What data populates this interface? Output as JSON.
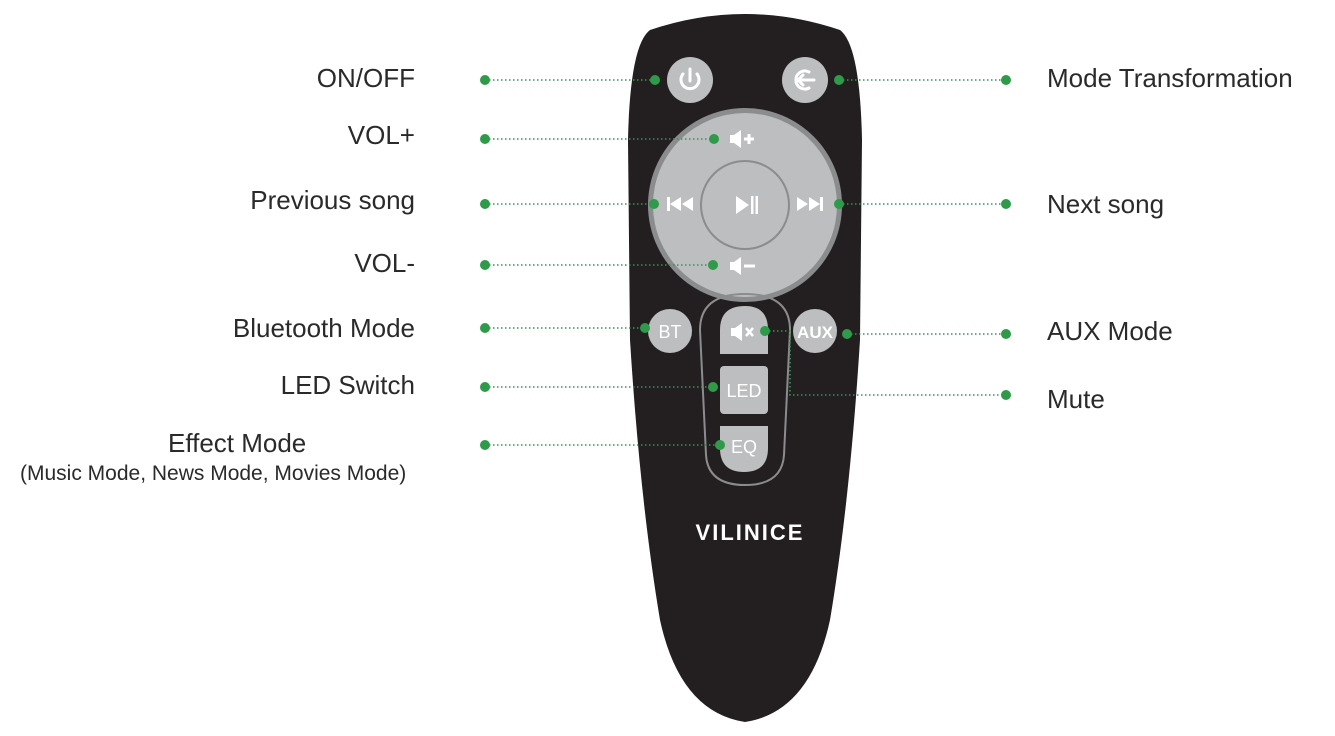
{
  "colors": {
    "remote_body": "#231f20",
    "button_fill": "#bcbec0",
    "pad_fill": "#bcbec0",
    "pad_ring": "#8a8c8e",
    "pointer_green": "#2e9a4a",
    "label_text": "#2a2a2a",
    "glyph_light": "#ffffff",
    "glyph_dark": "#231f20"
  },
  "brand": "VILINICE",
  "labels": {
    "on_off": "ON/OFF",
    "vol_up": "VOL+",
    "previous_song": "Previous song",
    "vol_down": "VOL-",
    "bluetooth_mode": "Bluetooth Mode",
    "led_switch": "LED Switch",
    "effect_mode": "Effect Mode",
    "effect_mode_sub": "(Music Mode, News Mode, Movies Mode)",
    "mode_transformation": "Mode Transformation",
    "next_song": "Next song",
    "aux_mode": "AUX Mode",
    "mute": "Mute"
  },
  "buttons": {
    "bt": "BT",
    "aux": "AUX",
    "led": "LED",
    "eq": "EQ"
  },
  "icons": {
    "power": "power-icon",
    "mode": "input-source-icon",
    "vol_up": "volume-up-icon",
    "vol_down": "volume-down-icon",
    "prev": "skip-previous-icon",
    "next": "skip-next-icon",
    "play_pause": "play-pause-icon",
    "mute": "mute-icon"
  }
}
